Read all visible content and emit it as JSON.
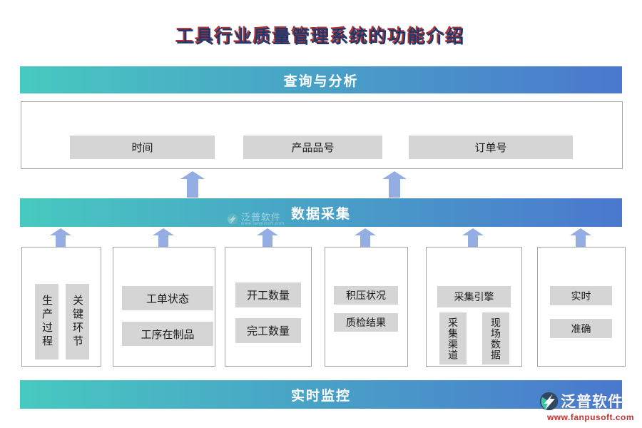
{
  "title": "工具行业质量管理系统的功能介绍",
  "banners": {
    "query": "查询与分析",
    "collect": "数据采集",
    "monitor": "实时监控"
  },
  "query_section": {
    "items": [
      "时间",
      "产品品号",
      "订单号"
    ]
  },
  "collect_boxes": [
    {
      "vertical_items": [
        "生产过程",
        "关键环节"
      ]
    },
    {
      "horizontal_items": [
        "工单状态",
        "工序在制品"
      ]
    },
    {
      "horizontal_items": [
        "开工数量",
        "完工数量"
      ]
    },
    {
      "horizontal_items": [
        "积压状况",
        "质检结果"
      ]
    },
    {
      "horizontal_items": [
        "采集引擎"
      ],
      "vertical_items": [
        "采集渠道",
        "现场数据"
      ]
    },
    {
      "horizontal_items": [
        "实时",
        "准确"
      ]
    }
  ],
  "watermark": {
    "brand": "泛普软件",
    "url": "www.fanpusoft.com"
  },
  "colors": {
    "banner_gradient_start": "#47C9C0",
    "banner_gradient_end": "#4A78CE",
    "arrow": "#94ADE3",
    "chip_bg": "#D5D5D5",
    "title_main": "#20386B",
    "title_shadow": "#B03434",
    "url_red": "#C53030"
  }
}
